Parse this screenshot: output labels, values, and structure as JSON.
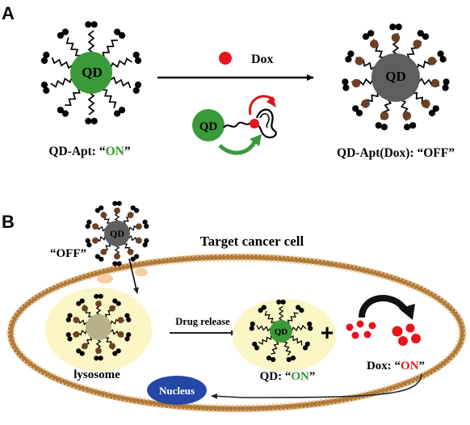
{
  "panel_a": {
    "letter": "A",
    "qd_label": "QD",
    "dox_label": "Dox",
    "left_caption": {
      "prefix": "QD-Apt: ",
      "open_quote": "“",
      "state": "ON",
      "close_quote": "”"
    },
    "right_caption": "QD-Apt(Dox): “OFF”"
  },
  "panel_b": {
    "letter": "B",
    "qd_label": "QD",
    "off_label": "“OFF”",
    "cell_title": "Target cancer cell",
    "lysosome_label": "lysosome",
    "drug_release_label": "Drug release",
    "plus": "+",
    "qd_caption": {
      "prefix": "QD: ",
      "open_quote": "“",
      "state": "ON",
      "close_quote": "”"
    },
    "dox_caption": {
      "prefix": "Dox: ",
      "open_quote": "“",
      "state": "ON",
      "close_quote": "”"
    },
    "nucleus_label": "Nucleus"
  },
  "colors": {
    "qd_green": "#3a9a3a",
    "qd_gray": "#5e5e5e",
    "qd_tan": "#b8b08a",
    "dox_red": "#e8141c",
    "dox_brown": "#6b4226",
    "on_green": "#2e9a2e",
    "on_red": "#e8141c",
    "lysosome_fill": "#fcf5c6",
    "membrane": "#b07a3a",
    "nucleus_blue": "#2447a8"
  }
}
